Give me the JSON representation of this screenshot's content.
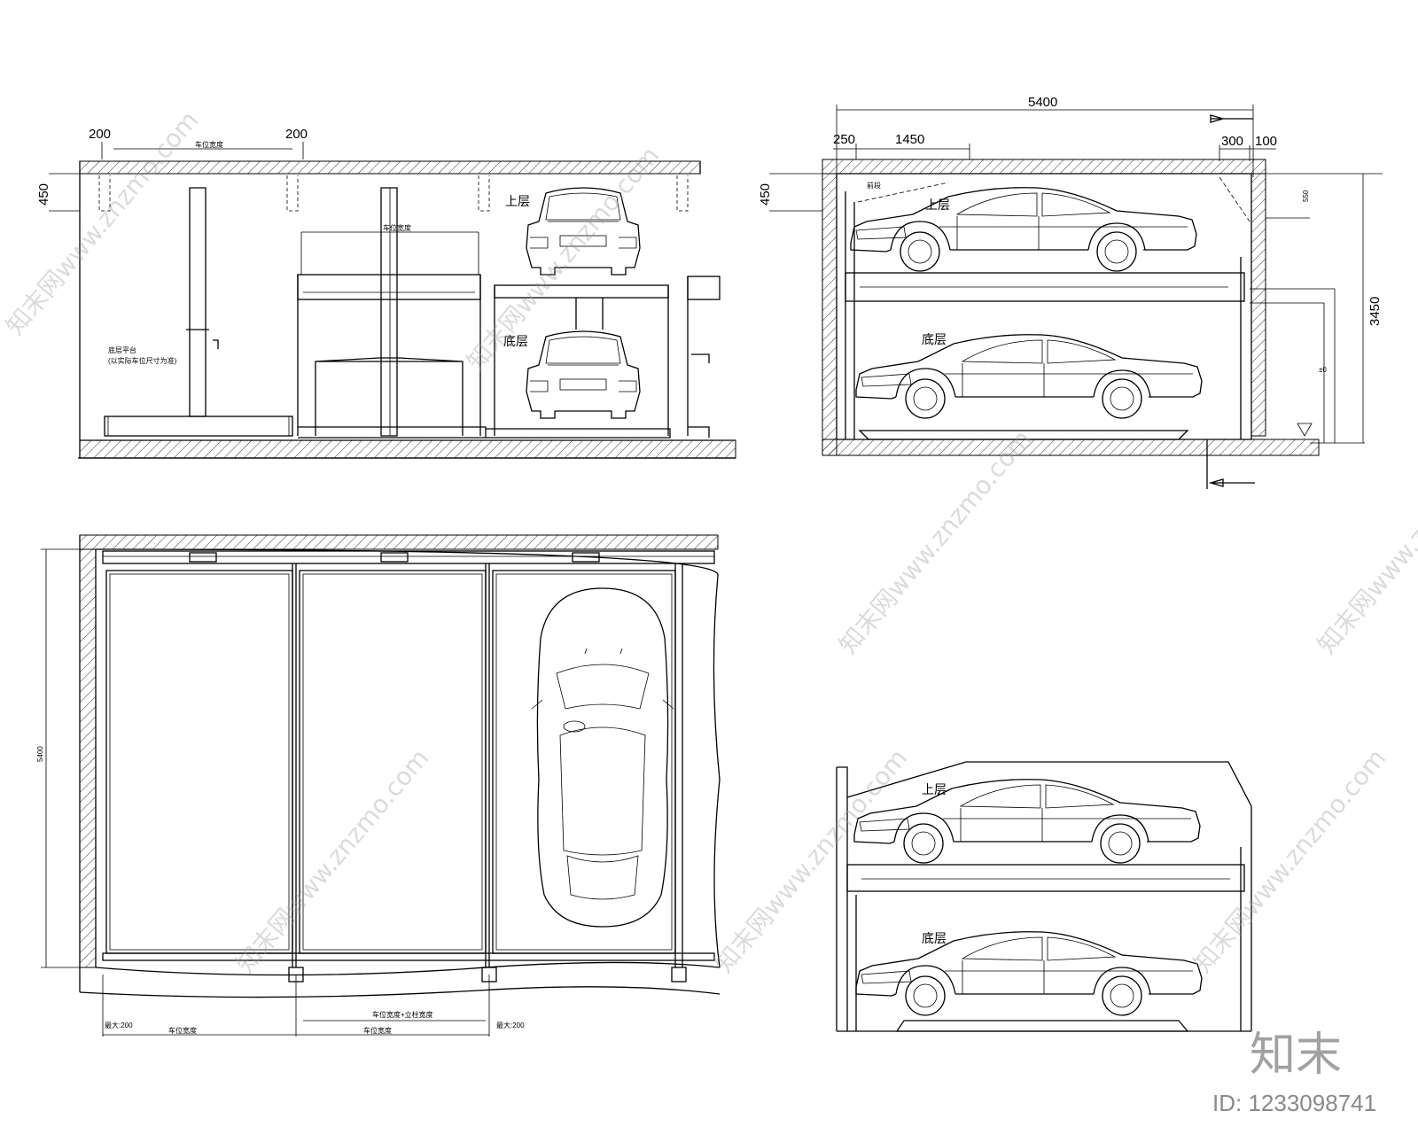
{
  "front_view": {
    "dim_top_left": "200",
    "dim_top_mid": "200",
    "dim_top_note": "车位宽度",
    "dim_side": "450",
    "upper_label": "上层",
    "lower_label": "底层",
    "mid_note": "车位宽度",
    "note_line1": "底层平台",
    "note_line2": "(以实际车位尺寸为准)"
  },
  "side_view": {
    "dim_total": "5400",
    "dim_left": "250",
    "dim_len": "1450",
    "dim_r1": "300",
    "dim_r2": "100",
    "dim_side": "450",
    "dim_height": "3450",
    "dim_small": "550",
    "upper_label": "上层",
    "lower_label": "底层",
    "corner_label": "前段",
    "level_mark": "±0"
  },
  "plan_view": {
    "dim_depth": "5400",
    "bottom_note_a": "最大:200",
    "bottom_note_b": "最大:200",
    "bottom_span1": "车位宽度",
    "bottom_span2": "车位宽度",
    "bottom_mid": "车位宽度+立柱宽度"
  },
  "side_view_2": {
    "upper_label": "上层",
    "lower_label": "底层"
  },
  "watermark": {
    "site": "知末网www.znzmo.com",
    "brand": "知末",
    "id_text": "ID: 1233098741"
  }
}
